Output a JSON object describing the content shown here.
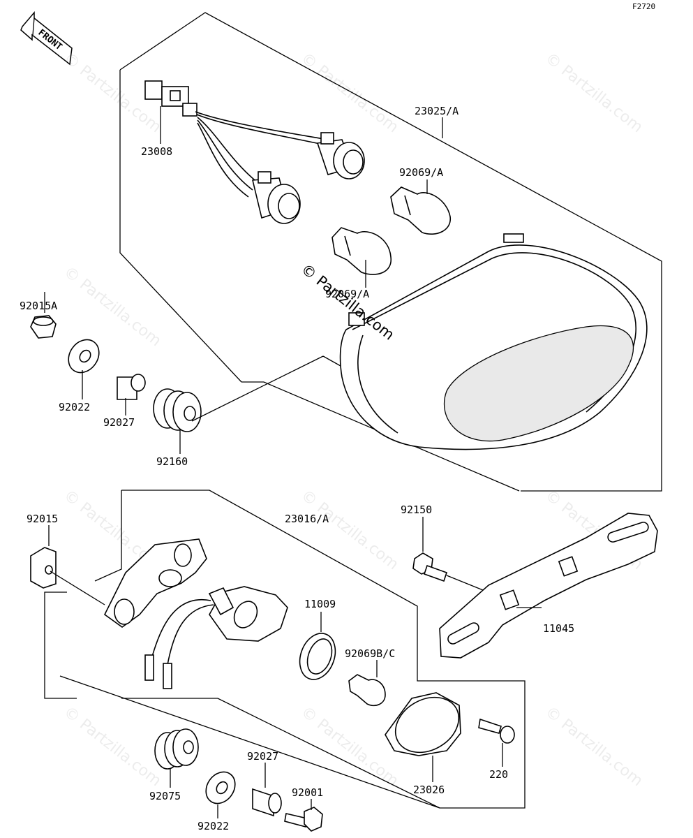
{
  "diagram_code": "F2720",
  "front_label": "FRONT",
  "watermark_main": "© Partzilla.com",
  "watermark_tile": "© Partzilla.com",
  "labels": {
    "p23025A": "23025/A",
    "p23008": "23008",
    "p92069A_top": "92069/A",
    "p92069A_bottom": "92069/A",
    "p92015A": "92015A",
    "p92022_top": "92022",
    "p92027_top": "92027",
    "p92160": "92160",
    "p92015": "92015",
    "p23016A": "23016/A",
    "p92150": "92150",
    "p11009": "11009",
    "p92069BC": "92069B/C",
    "p11045": "11045",
    "p92075": "92075",
    "p92022_bottom": "92022",
    "p92027_bottom": "92027",
    "p92001": "92001",
    "p23026": "23026",
    "p220": "220"
  }
}
